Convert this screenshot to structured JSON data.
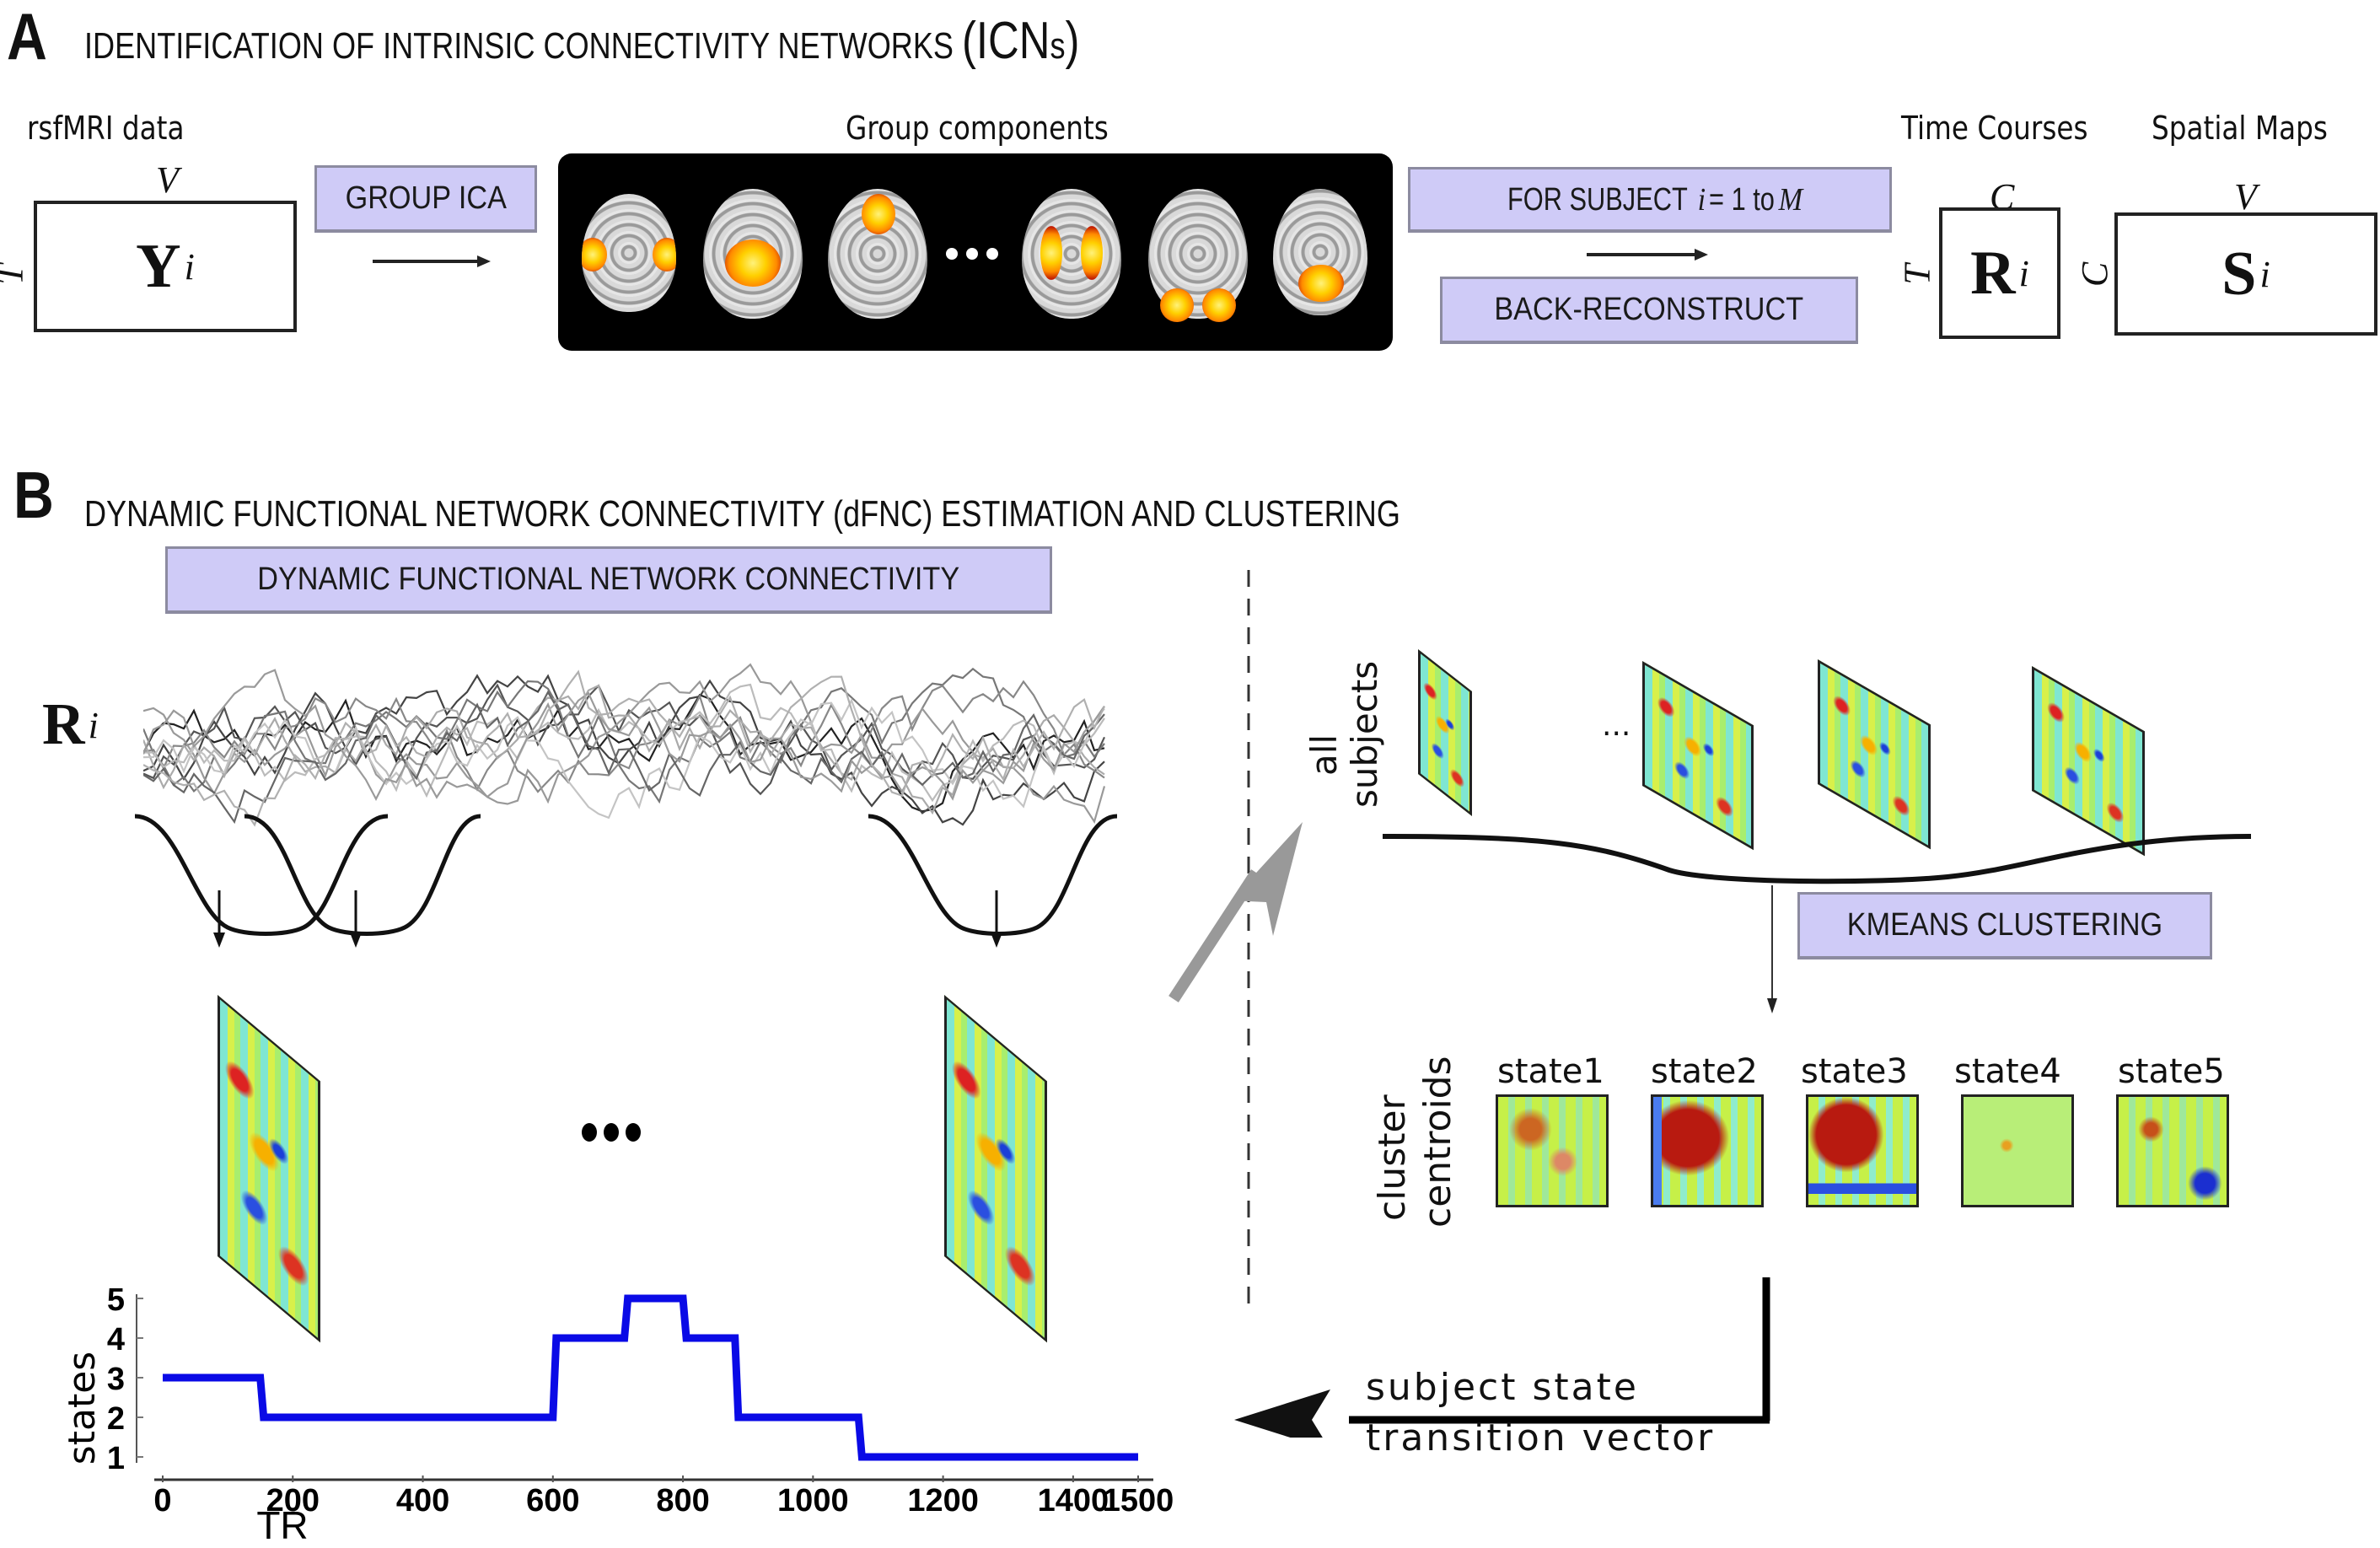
{
  "panel_a": {
    "letter": "A",
    "title_main": "IDENTIFICATION OF INTRINSIC CONNECTIVITY NETWORKS ",
    "title_paren": "(ICN",
    "title_small": "s",
    "title_close": ")",
    "rsfmri_label": "rsfMRI data",
    "y_matrix": {
      "symbol": "Y",
      "subscript": "i",
      "top_dim": "V",
      "side_dim": "T"
    },
    "group_ica_box": "GROUP ICA",
    "group_components_label": "Group components",
    "brain_ellipsis": "• • •",
    "brain_count": 6,
    "for_subject_box": {
      "prefix": "FOR SUBJECT ",
      "var": "i",
      "mid": " = 1 to ",
      "end": "M"
    },
    "back_reconstruct_box": "BACK-RECONSTRUCT",
    "time_courses_label": "Time Courses",
    "spatial_maps_label": "Spatial Maps",
    "r_matrix": {
      "symbol": "R",
      "subscript": "i",
      "top_dim": "C",
      "side_dim": "T"
    },
    "s_matrix": {
      "symbol": "S",
      "subscript": "i",
      "top_dim": "V",
      "side_dim": "C"
    }
  },
  "panel_b": {
    "letter": "B",
    "title": "DYNAMIC FUNCTIONAL NETWORK CONNECTIVITY (dFNC) ESTIMATION AND CLUSTERING",
    "dfnc_box": "DYNAMIC  FUNCTIONAL NETWORK CONNECTIVITY",
    "timecourse_label": {
      "symbol": "R",
      "subscript": "i"
    },
    "window_ellipsis": "•••",
    "all_subjects_label_line1": "all",
    "all_subjects_label_line2": "subjects",
    "subjects_ellipsis": "...",
    "kmeans_box": "KMEANS CLUSTERING",
    "cluster_centroids_line1": "cluster",
    "cluster_centroids_line2": "centroids",
    "states": [
      {
        "label": "state1"
      },
      {
        "label": "state2"
      },
      {
        "label": "state3"
      },
      {
        "label": "state4"
      },
      {
        "label": "state5"
      }
    ],
    "transition_label_line1": "subject state",
    "transition_label_line2": "transition vector",
    "colors": {
      "state_line": "#0a0ae6",
      "purple_box": "#cfcbf7",
      "gray_arrow": "#999999"
    }
  },
  "chart_data": {
    "type": "line",
    "title": "",
    "xlabel": "TR",
    "ylabel": "states",
    "xlim": [
      0,
      1500
    ],
    "ylim": [
      1,
      5
    ],
    "x_ticks": [
      0,
      200,
      400,
      600,
      800,
      1000,
      1200,
      1400,
      1500
    ],
    "y_ticks": [
      1,
      2,
      3,
      4,
      5
    ],
    "grid": false,
    "series": [
      {
        "name": "subject state transition vector",
        "step": true,
        "segments": [
          {
            "x_start": 0,
            "x_end": 150,
            "state": 3
          },
          {
            "x_start": 150,
            "x_end": 600,
            "state": 2
          },
          {
            "x_start": 600,
            "x_end": 710,
            "state": 4
          },
          {
            "x_start": 710,
            "x_end": 800,
            "state": 5
          },
          {
            "x_start": 800,
            "x_end": 880,
            "state": 4
          },
          {
            "x_start": 880,
            "x_end": 1070,
            "state": 2
          },
          {
            "x_start": 1070,
            "x_end": 1500,
            "state": 1
          }
        ]
      }
    ]
  }
}
